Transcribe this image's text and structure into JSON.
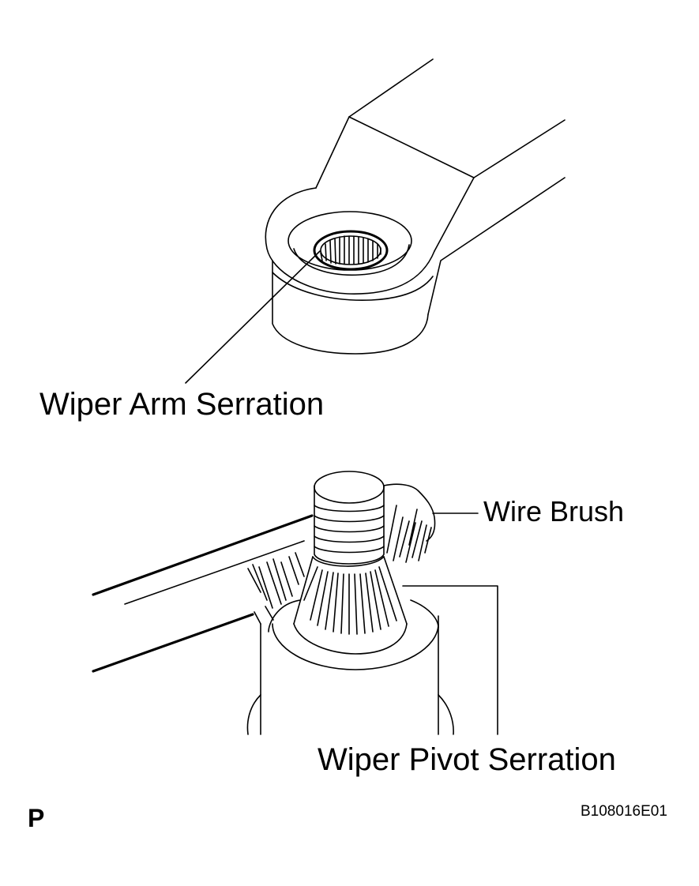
{
  "labels": {
    "arm_serration": "Wiper Arm Serration",
    "wire_brush": "Wire Brush",
    "pivot_serration": "Wiper Pivot Serration",
    "view_letter": "P",
    "figure_code": "B108016E01"
  },
  "colors": {
    "line": "#000000",
    "background": "#ffffff"
  }
}
